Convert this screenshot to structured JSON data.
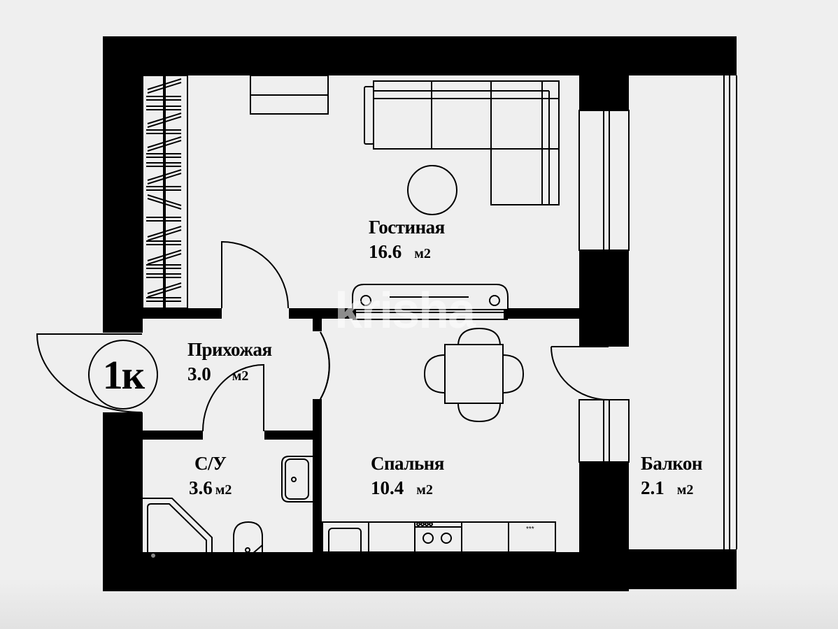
{
  "plan": {
    "type_badge": "1к",
    "watermark": "krisha",
    "colors": {
      "background": "#efefef",
      "walls": "#000000",
      "lines": "#000000"
    },
    "area_unit": "м2",
    "rooms": [
      {
        "id": "living",
        "name": "Гостиная",
        "area": "16.6",
        "unit": "м2"
      },
      {
        "id": "hallway",
        "name": "Прихожая",
        "area": "3.0",
        "unit": "м2"
      },
      {
        "id": "bathroom",
        "name": "С/У",
        "area": "3.6",
        "unit": "м2"
      },
      {
        "id": "bedroom",
        "name": "Спальня",
        "area": "10.4",
        "unit": "м2"
      },
      {
        "id": "balcony",
        "name": "Балкон",
        "area": "2.1",
        "unit": "м2"
      }
    ],
    "furniture": [
      "wardrobe",
      "tv-stand",
      "corner-sofa",
      "round-coffee-table",
      "radiator",
      "dining-table",
      "dining-chairs",
      "kitchen-sink",
      "cooktop",
      "kitchen-cabinets",
      "corner-bathtub",
      "toilet",
      "washbasin"
    ]
  }
}
